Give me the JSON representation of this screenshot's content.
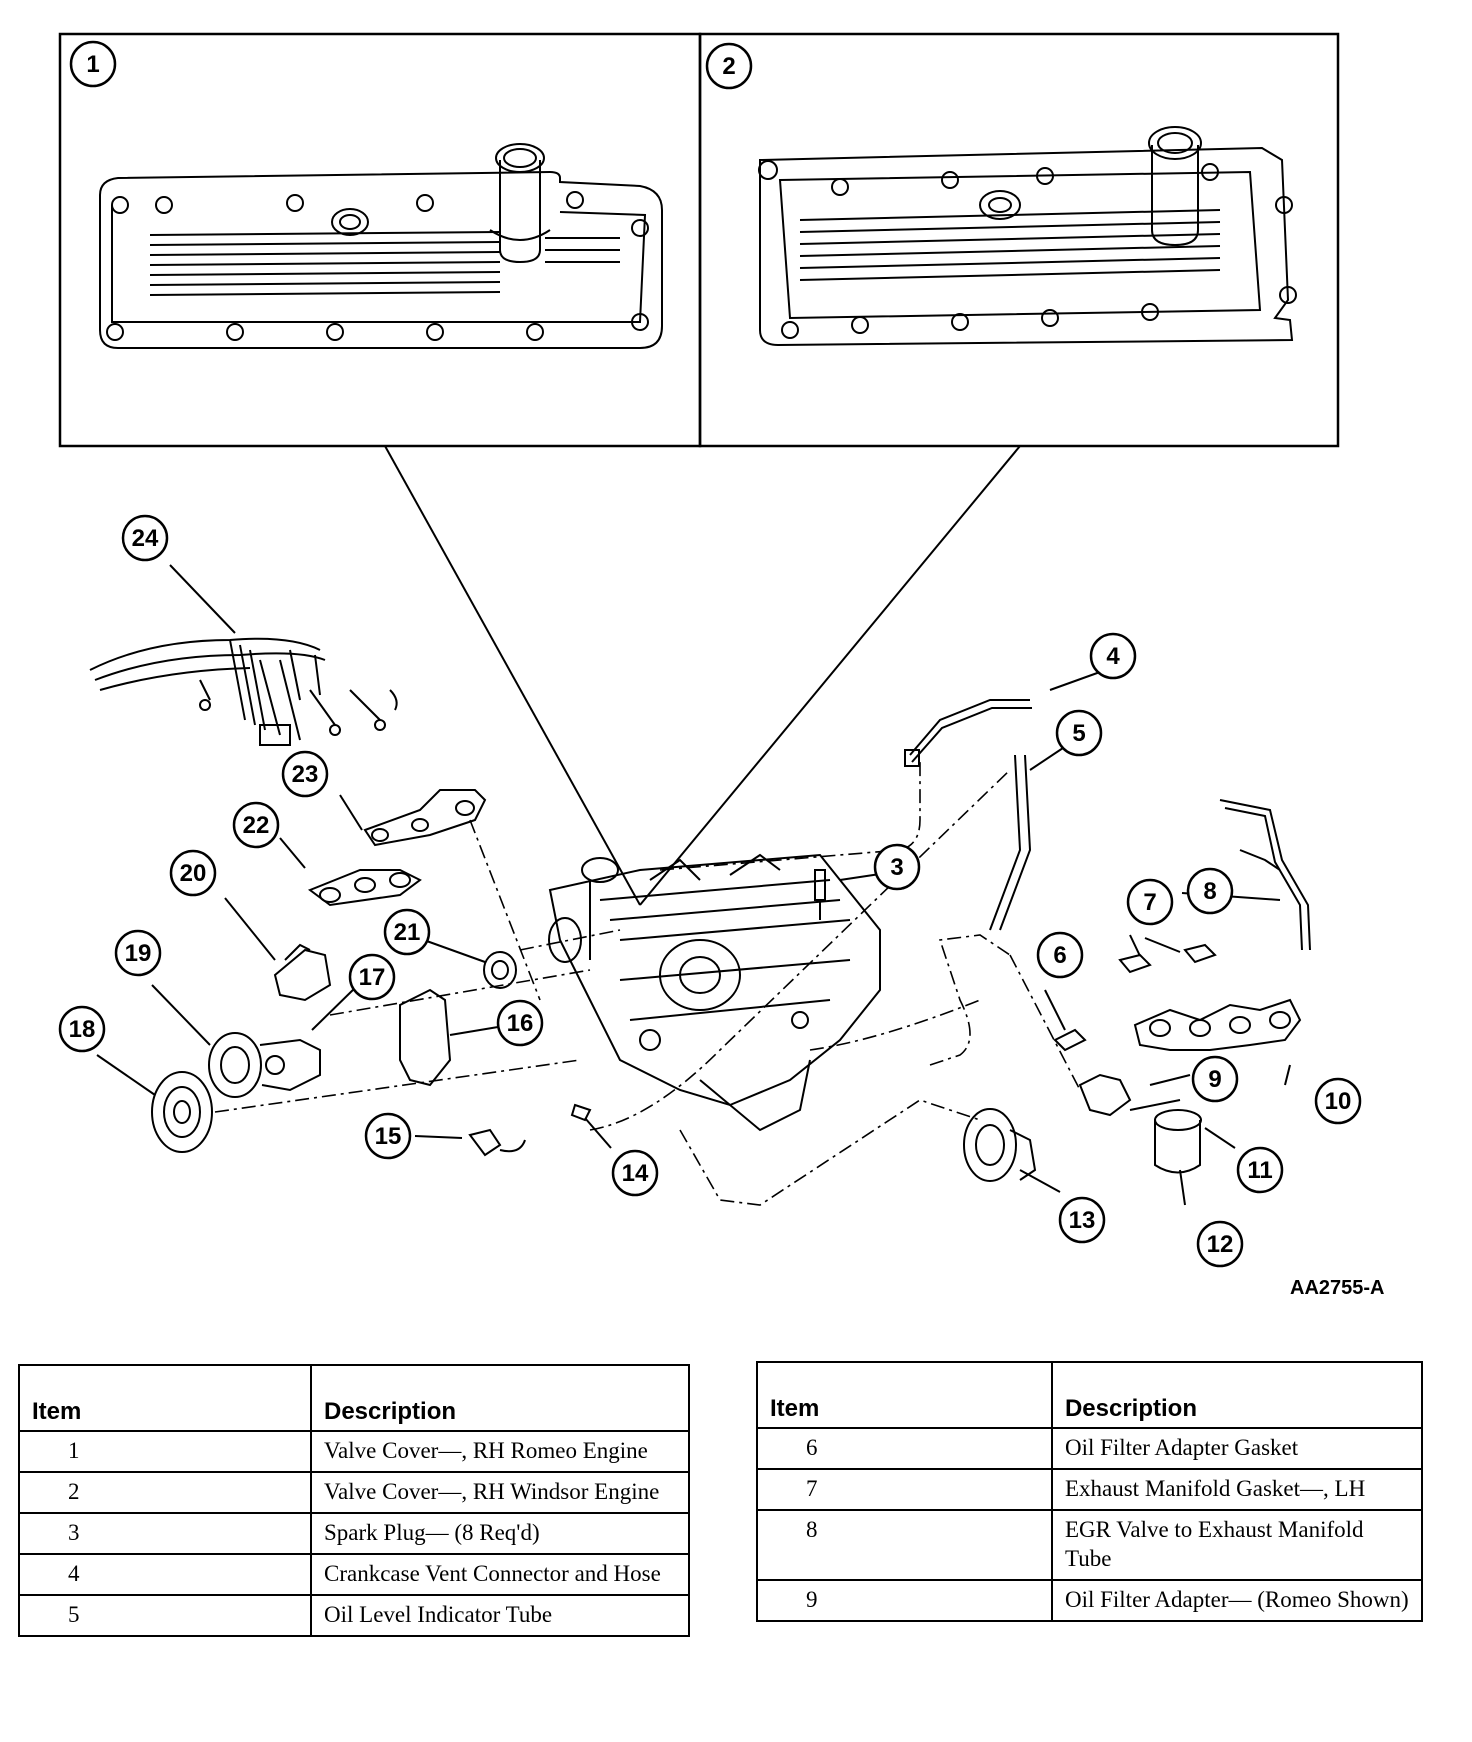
{
  "callouts": [
    "1",
    "2",
    "3",
    "4",
    "5",
    "6",
    "7",
    "8",
    "9",
    "10",
    "11",
    "12",
    "13",
    "14",
    "15",
    "16",
    "17",
    "18",
    "19",
    "20",
    "21",
    "22",
    "23",
    "24"
  ],
  "drawing_code": "AA2755-A",
  "tables": [
    {
      "headers": {
        "item": "Item",
        "description": "Description"
      },
      "rows": [
        {
          "item": "1",
          "description": "Valve Cover—, RH Romeo Engine"
        },
        {
          "item": "2",
          "description": "Valve Cover—, RH Windsor Engine"
        },
        {
          "item": "3",
          "description": "Spark Plug— (8 Req'd)"
        },
        {
          "item": "4",
          "description": "Crankcase Vent Connector and Hose"
        },
        {
          "item": "5",
          "description": "Oil Level Indicator Tube"
        }
      ]
    },
    {
      "headers": {
        "item": "Item",
        "description": "Description"
      },
      "rows": [
        {
          "item": "6",
          "description": "Oil Filter Adapter Gasket"
        },
        {
          "item": "7",
          "description": "Exhaust Manifold Gasket—, LH"
        },
        {
          "item": "8",
          "description": "EGR Valve to Exhaust Manifold Tube"
        },
        {
          "item": "9",
          "description": "Oil Filter Adapter— (Romeo Shown)"
        }
      ]
    }
  ]
}
